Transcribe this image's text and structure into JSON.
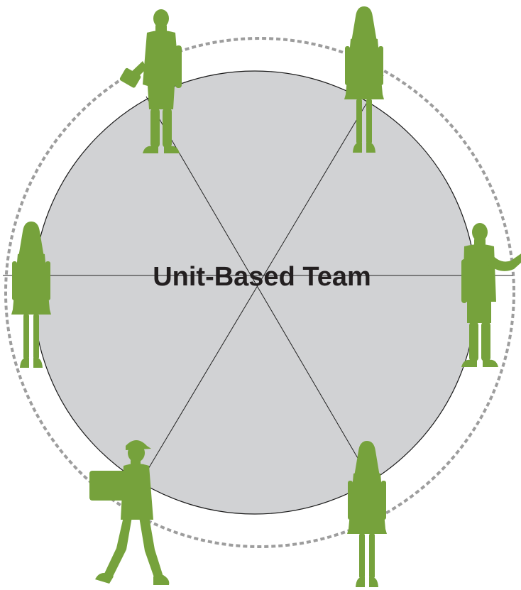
{
  "diagram": {
    "center_label": "Unit-Based Team",
    "member_count": 6,
    "colors": {
      "background": "#ffffff",
      "circle_fill": "#d1d2d4",
      "circle_stroke": "#1a1a1a",
      "spoke_stroke": "#222222",
      "dashed_ring": "#9d9d9d",
      "figure_fill": "#76a23c",
      "label_color": "#231f20"
    },
    "members": [
      {
        "id": "member-top-left",
        "icon": "man-with-folder-icon"
      },
      {
        "id": "member-top-right",
        "icon": "woman-standing-icon"
      },
      {
        "id": "member-right",
        "icon": "man-holding-paper-icon"
      },
      {
        "id": "member-bottom-right",
        "icon": "woman-standing-icon"
      },
      {
        "id": "member-bottom-left",
        "icon": "man-carrying-box-icon"
      },
      {
        "id": "member-left",
        "icon": "woman-standing-icon"
      }
    ]
  }
}
